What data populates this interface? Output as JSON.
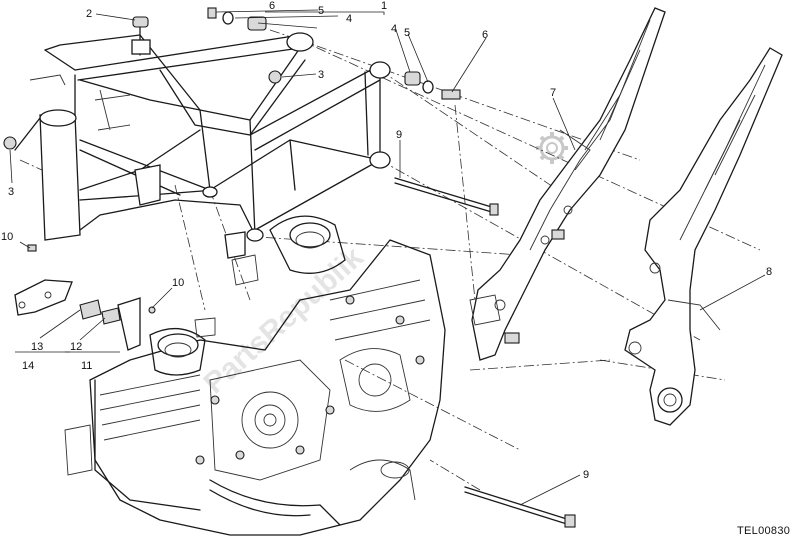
{
  "diagram": {
    "drawing_code": "TEL00830",
    "watermark": "PartsRepublik",
    "callouts": [
      {
        "id": "c1",
        "label": "1"
      },
      {
        "id": "c2",
        "label": "2"
      },
      {
        "id": "c3a",
        "label": "3"
      },
      {
        "id": "c3b",
        "label": "3"
      },
      {
        "id": "c4a",
        "label": "4"
      },
      {
        "id": "c4b",
        "label": "4"
      },
      {
        "id": "c5a",
        "label": "5"
      },
      {
        "id": "c5b",
        "label": "5"
      },
      {
        "id": "c6a",
        "label": "6"
      },
      {
        "id": "c6b",
        "label": "6"
      },
      {
        "id": "c7",
        "label": "7"
      },
      {
        "id": "c8",
        "label": "8"
      },
      {
        "id": "c9a",
        "label": "9"
      },
      {
        "id": "c9b",
        "label": "9"
      },
      {
        "id": "c10a",
        "label": "10"
      },
      {
        "id": "c10b",
        "label": "10"
      },
      {
        "id": "c11",
        "label": "11"
      },
      {
        "id": "c12",
        "label": "12"
      },
      {
        "id": "c13",
        "label": "13"
      },
      {
        "id": "c14",
        "label": "14"
      }
    ]
  }
}
